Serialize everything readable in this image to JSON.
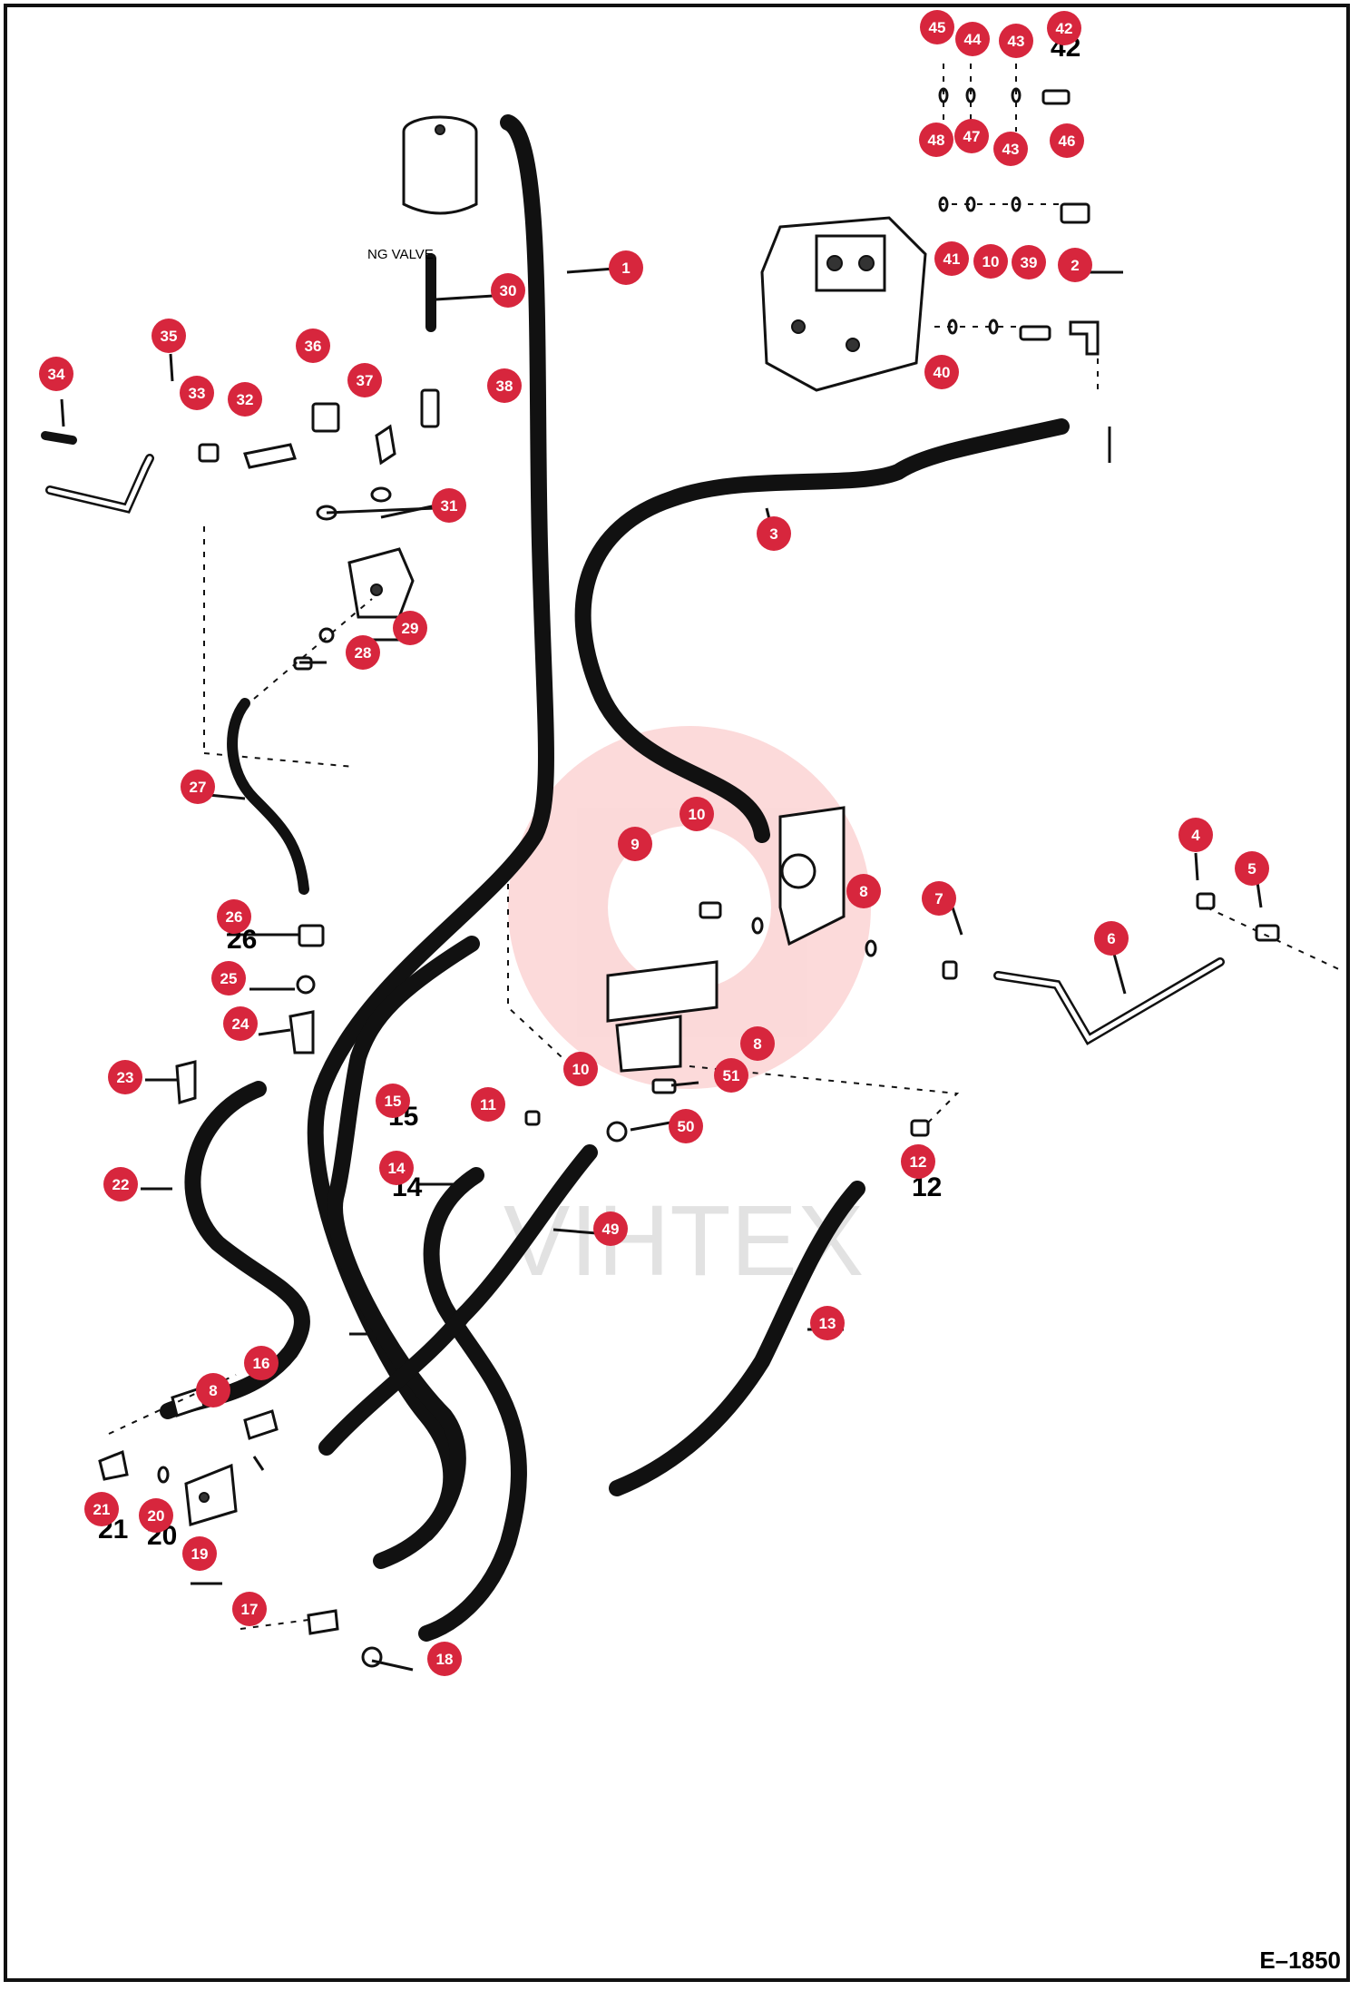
{
  "diagram": {
    "code": "E–1850",
    "valve_label": "NG VALVE",
    "watermark": "VIHTEX",
    "accent_color": "#d7263d"
  },
  "callouts": [
    {
      "id": "c1",
      "num": "1"
    },
    {
      "id": "c2",
      "num": "2"
    },
    {
      "id": "c3",
      "num": "3"
    },
    {
      "id": "c4",
      "num": "4"
    },
    {
      "id": "c5",
      "num": "5"
    },
    {
      "id": "c6",
      "num": "6"
    },
    {
      "id": "c7",
      "num": "7"
    },
    {
      "id": "c8a",
      "num": "8"
    },
    {
      "id": "c8b",
      "num": "8"
    },
    {
      "id": "c8c",
      "num": "8"
    },
    {
      "id": "c9",
      "num": "9"
    },
    {
      "id": "c10a",
      "num": "10"
    },
    {
      "id": "c10b",
      "num": "10"
    },
    {
      "id": "c10c",
      "num": "10"
    },
    {
      "id": "c11",
      "num": "11"
    },
    {
      "id": "c12",
      "num": "12"
    },
    {
      "id": "c13",
      "num": "13"
    },
    {
      "id": "c14",
      "num": "14"
    },
    {
      "id": "c15",
      "num": "15"
    },
    {
      "id": "c16",
      "num": "16"
    },
    {
      "id": "c17",
      "num": "17"
    },
    {
      "id": "c18",
      "num": "18"
    },
    {
      "id": "c19",
      "num": "19"
    },
    {
      "id": "c20",
      "num": "20"
    },
    {
      "id": "c21",
      "num": "21"
    },
    {
      "id": "c22",
      "num": "22"
    },
    {
      "id": "c23",
      "num": "23"
    },
    {
      "id": "c24",
      "num": "24"
    },
    {
      "id": "c25",
      "num": "25"
    },
    {
      "id": "c26",
      "num": "26"
    },
    {
      "id": "c27",
      "num": "27"
    },
    {
      "id": "c28",
      "num": "28"
    },
    {
      "id": "c29",
      "num": "29"
    },
    {
      "id": "c30",
      "num": "30"
    },
    {
      "id": "c31",
      "num": "31"
    },
    {
      "id": "c32",
      "num": "32"
    },
    {
      "id": "c33",
      "num": "33"
    },
    {
      "id": "c34",
      "num": "34"
    },
    {
      "id": "c35",
      "num": "35"
    },
    {
      "id": "c36",
      "num": "36"
    },
    {
      "id": "c37",
      "num": "37"
    },
    {
      "id": "c38",
      "num": "38"
    },
    {
      "id": "c39",
      "num": "39"
    },
    {
      "id": "c40",
      "num": "40"
    },
    {
      "id": "c41",
      "num": "41"
    },
    {
      "id": "c42",
      "num": "42"
    },
    {
      "id": "c43a",
      "num": "43"
    },
    {
      "id": "c43b",
      "num": "43"
    },
    {
      "id": "c44",
      "num": "44"
    },
    {
      "id": "c45",
      "num": "45"
    },
    {
      "id": "c46",
      "num": "46"
    },
    {
      "id": "c47",
      "num": "47"
    },
    {
      "id": "c48",
      "num": "48"
    },
    {
      "id": "c49",
      "num": "49"
    },
    {
      "id": "c50",
      "num": "50"
    },
    {
      "id": "c51",
      "num": "51"
    }
  ],
  "printed_numbers": [
    {
      "id": "p26",
      "text": "26"
    },
    {
      "id": "p15",
      "text": "15"
    },
    {
      "id": "p14",
      "text": "14"
    },
    {
      "id": "p12",
      "text": "12"
    },
    {
      "id": "p21",
      "text": "21"
    },
    {
      "id": "p20",
      "text": "20"
    },
    {
      "id": "p42",
      "text": "42"
    }
  ]
}
